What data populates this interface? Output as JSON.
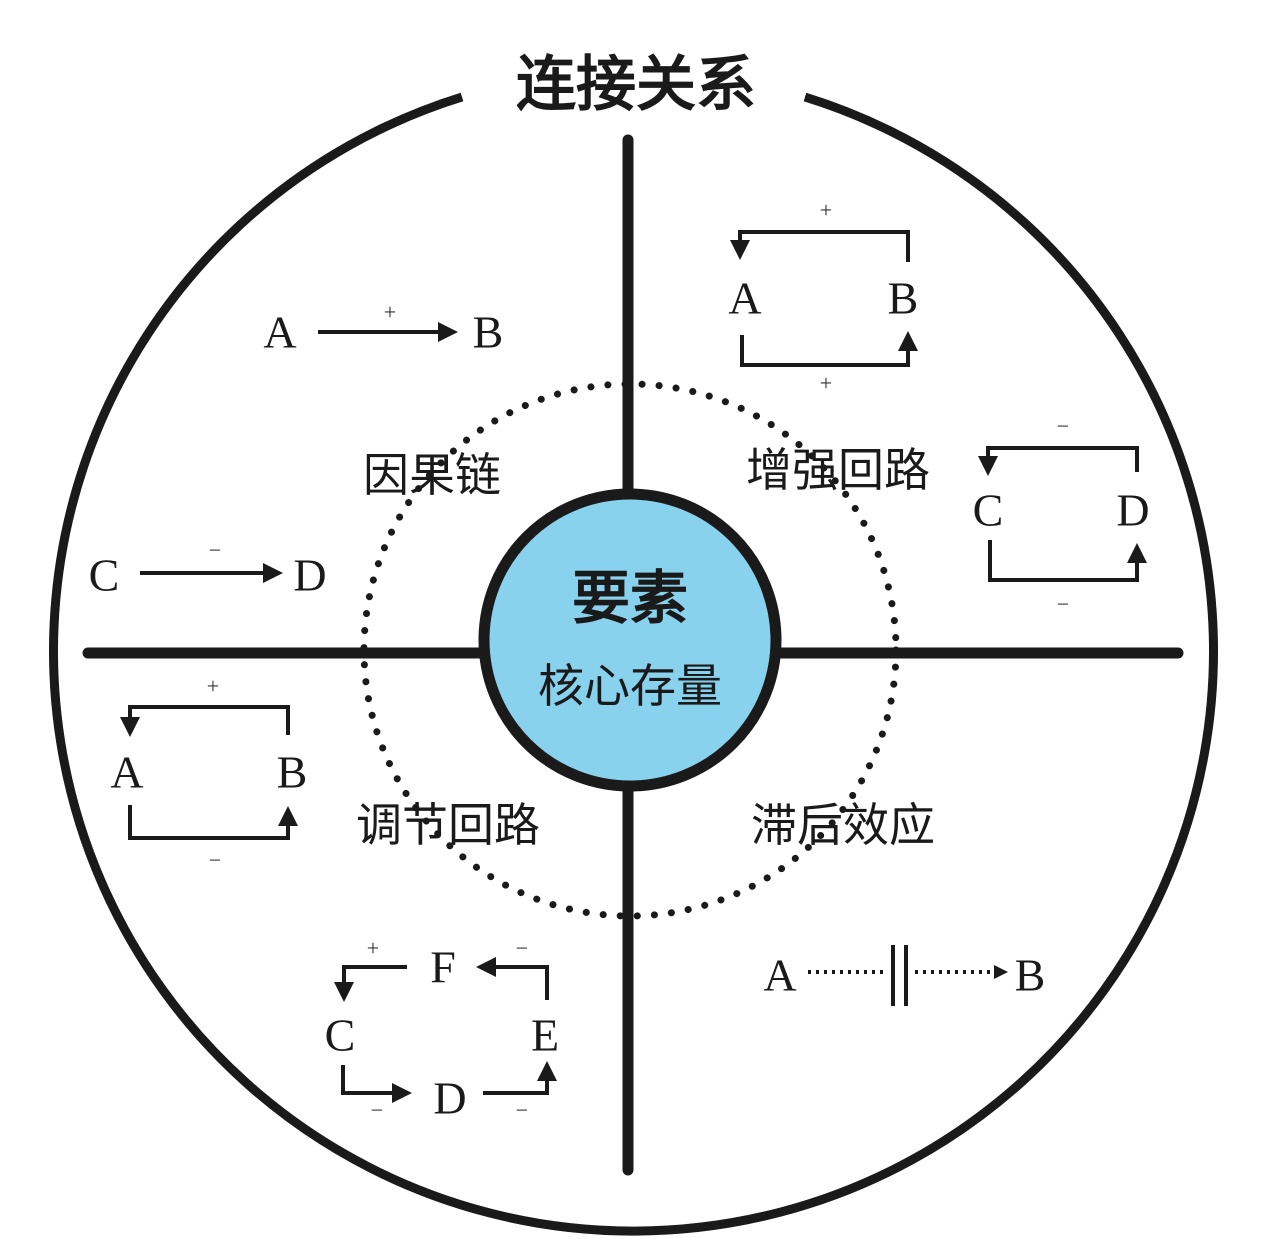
{
  "title": "连接关系",
  "center": {
    "title": "要素",
    "subtitle": "核心存量",
    "fill_color": "#88d2ee"
  },
  "quadrants": {
    "causal_chain": {
      "label": "因果链",
      "example1": {
        "from": "A",
        "to": "B",
        "sign": "+"
      },
      "example2": {
        "from": "C",
        "to": "D",
        "sign": "−"
      }
    },
    "reinforcing_loop": {
      "label": "增强回路",
      "loop1": {
        "left": "A",
        "right": "B",
        "top_sign": "+",
        "bottom_sign": "+"
      },
      "loop2": {
        "left": "C",
        "right": "D",
        "top_sign": "−",
        "bottom_sign": "−"
      }
    },
    "balancing_loop": {
      "label": "调节回路",
      "loop1": {
        "left": "A",
        "right": "B",
        "top_sign": "+",
        "bottom_sign": "−"
      },
      "loop2": {
        "c": "C",
        "d": "D",
        "e": "E",
        "f": "F",
        "f_to_c_sign": "+",
        "e_to_f_sign": "−",
        "c_to_d_sign": "−",
        "d_to_e_sign": "−"
      }
    },
    "delay_effect": {
      "label": "滞后效应",
      "example": {
        "from": "A",
        "to": "B"
      }
    }
  }
}
